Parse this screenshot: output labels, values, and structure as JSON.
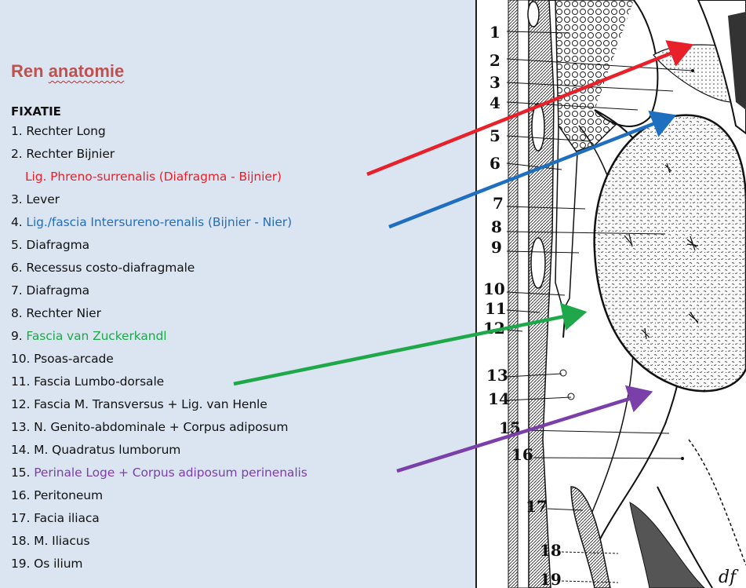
{
  "title": {
    "prefix": "Ren ",
    "underlined": "anatomie"
  },
  "heading": "FIXATIE",
  "items": [
    {
      "text": "1. Rechter Long",
      "color": "#111111"
    },
    {
      "text": "2. Rechter Bijnier",
      "color": "#111111"
    },
    {
      "text": "Lig. Phreno-surrenalis (Diafragma - Bijnier)",
      "color": "#e8202a"
    },
    {
      "text": "3. Lever",
      "color": "#111111"
    },
    {
      "text": "4.",
      "color": "#111111"
    },
    {
      "text": "Lig./fascia Intersureno-renalis (Bijnier - Nier)",
      "color": "#1f6fc0"
    },
    {
      "text": "5. Diafragma",
      "color": "#111111"
    },
    {
      "text": "6. Recessus costo-diafragmale",
      "color": "#111111"
    },
    {
      "text": "7. Diafragma",
      "color": "#111111"
    },
    {
      "text": "8. Rechter Nier",
      "color": "#111111"
    },
    {
      "text": "9.",
      "color": "#111111"
    },
    {
      "text": "Fascia van Zuckerkandl",
      "color": "#1ea84a"
    },
    {
      "text": "10. Psoas-arcade",
      "color": "#111111"
    },
    {
      "text": "11. Fascia Lumbo-dorsale",
      "color": "#111111"
    },
    {
      "text": "12. Fascia M. Transversus + Lig. van Henle",
      "color": "#111111"
    },
    {
      "text": "13. N. Genito-abdominale + Corpus adiposum",
      "color": "#111111"
    },
    {
      "text": "14. M. Quadratus lumborum",
      "color": "#111111"
    },
    {
      "text": "15.",
      "color": "#111111"
    },
    {
      "text": "Perinale Loge + Corpus adiposum perinenalis",
      "color": "#7a3fa8"
    },
    {
      "text": "16. Peritoneum",
      "color": "#111111"
    },
    {
      "text": "17. Facia iliaca",
      "color": "#111111"
    },
    {
      "text": "18. M. Iliacus",
      "color": "#111111"
    },
    {
      "text": "19. Os ilium",
      "color": "#111111"
    }
  ],
  "diagram_numbers": [
    "1",
    "2",
    "3",
    "4",
    "5",
    "6",
    "7",
    "8",
    "9",
    "10",
    "11",
    "12",
    "13",
    "14",
    "15",
    "16",
    "17",
    "18",
    "19"
  ],
  "arrow_colors": {
    "red": "#e8202a",
    "blue": "#1f6fc0",
    "green": "#1ea84a",
    "purple": "#7a3fa8"
  },
  "signature": "df"
}
